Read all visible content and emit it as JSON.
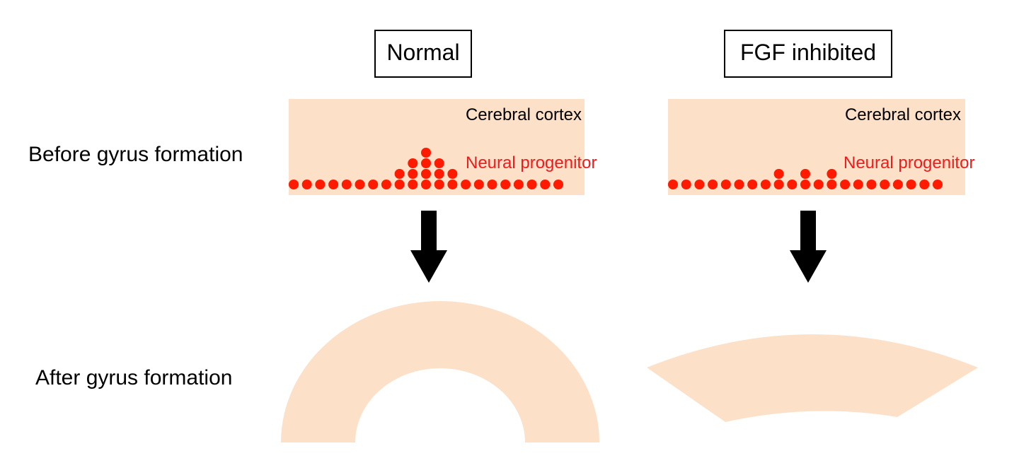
{
  "colors": {
    "background": "#ffffff",
    "tissue": "#fde0c8",
    "progenitor": "#ff1a00",
    "label_red": "#ee1c1c",
    "text": "#000000",
    "arrow": "#000000"
  },
  "columns": [
    {
      "title": "Normal",
      "cortex_label": "Cerebral cortex",
      "progenitor_label": "Neural progenitor",
      "stack_heights": [
        0,
        0,
        0,
        0,
        0,
        0,
        0,
        0,
        1,
        2,
        3,
        2,
        1,
        0,
        0,
        0,
        0,
        0,
        0,
        0,
        0
      ]
    },
    {
      "title": "FGF inhibited",
      "cortex_label": "Cerebral cortex",
      "progenitor_label": "Neural progenitor",
      "stack_heights": [
        0,
        0,
        0,
        0,
        0,
        0,
        0,
        0,
        1,
        0,
        1,
        0,
        1,
        0,
        0,
        0,
        0,
        0,
        0,
        0,
        0
      ]
    }
  ],
  "rows": {
    "before": "Before gyrus formation",
    "after": "After gyrus formation"
  }
}
